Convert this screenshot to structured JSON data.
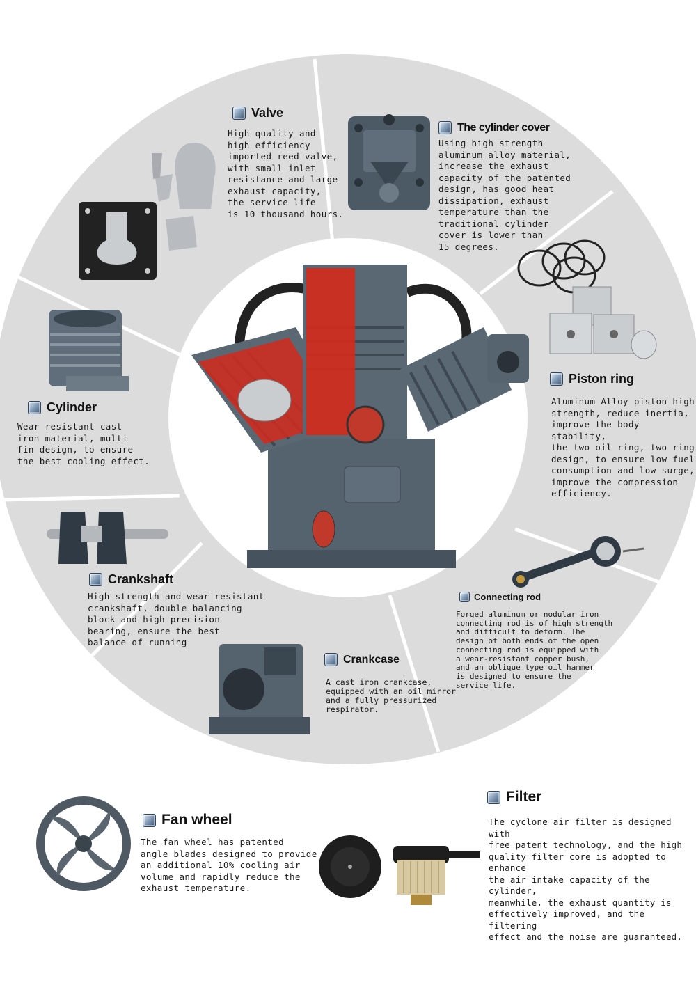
{
  "colors": {
    "ring": "#dcdcdc",
    "divider": "#ffffff",
    "metal": "#4f5e6b",
    "cutaway": "#d42a1c"
  },
  "sections": {
    "valve": {
      "title": "Valve",
      "text": "High quality and\nhigh efficiency\nimported reed valve,\nwith small inlet\nresistance and large\nexhaust capacity,\nthe service life\nis 10 thousand hours."
    },
    "cylinder_cover": {
      "title": "The cylinder cover",
      "text": "Using high strength\naluminum alloy material,\nincrease the exhaust\ncapacity of the patented\ndesign, has good heat\ndissipation, exhaust\ntemperature than the\ntraditional cylinder\ncover is lower than\n15 degrees."
    },
    "piston_ring": {
      "title": "Piston ring",
      "text": "Aluminum Alloy piston high\nstrength, reduce inertia,\nimprove the body stability,\nthe two oil ring, two ring\ndesign, to ensure low fuel\nconsumption and low surge,\nimprove the compression\nefficiency."
    },
    "cylinder": {
      "title": "Cylinder",
      "text": "Wear resistant cast\niron material, multi\nfin design, to ensure\nthe best cooling effect."
    },
    "crankshaft": {
      "title": "Crankshaft",
      "text": "High strength and wear resistant\ncrankshaft, double balancing\nblock and high precision\nbearing, ensure the best\nbalance of running"
    },
    "connecting_rod": {
      "title": "Connecting rod",
      "text": "Forged aluminum or nodular iron\nconnecting rod is of high strength\nand difficult to deform. The\ndesign of both ends of the open\nconnecting rod is equipped with\na wear-resistant copper bush,\nand an oblique type oil hammer\nis designed to ensure the\nservice life."
    },
    "crankcase": {
      "title": "Crankcase",
      "text": "A cast iron crankcase,\nequipped with an oil mirror\nand a fully pressurized\nrespirator."
    },
    "fan_wheel": {
      "title": "Fan wheel",
      "text": "The fan wheel has patented\nangle blades designed to provide\nan additional 10% cooling air\nvolume and rapidly reduce the\nexhaust temperature."
    },
    "filter": {
      "title": "Filter",
      "text": "The cyclone air filter is designed with\nfree patent technology, and the high\nquality filter core is adopted to enhance\nthe air intake capacity of the cylinder,\nmeanwhile, the exhaust quantity is\neffectively improved, and the filtering\neffect and the noise are guaranteed."
    }
  }
}
